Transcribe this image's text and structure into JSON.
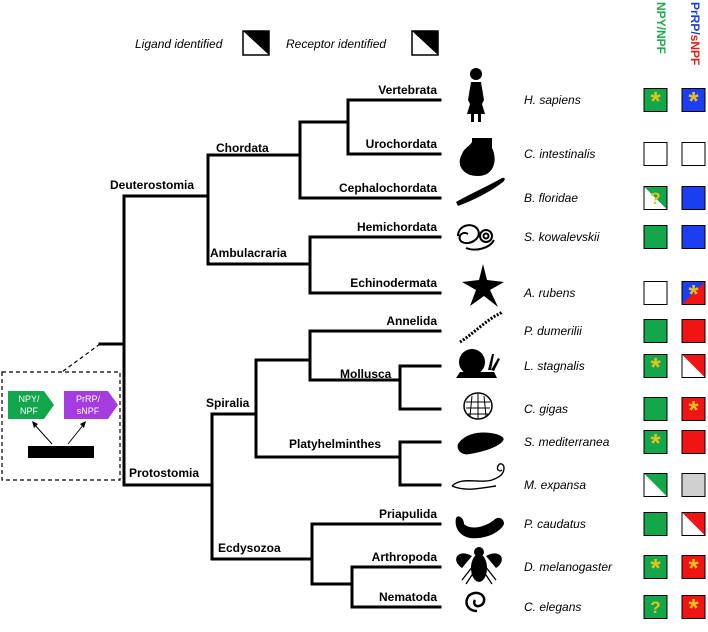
{
  "legend": {
    "ligand_label": "Ligand identified",
    "receptor_label": "Receptor identified"
  },
  "column_headers": {
    "npy": {
      "part1": "NPY/",
      "part2": "NPF",
      "color": "#1faa4f"
    },
    "prrp": {
      "part1": "PrRP/",
      "part2": "sNPF",
      "color1": "#1a3fd6",
      "color2": "#e0201b"
    }
  },
  "inset": {
    "npy_label_1": "NPY/",
    "npy_label_2": "NPF",
    "prrp_label_1": "PrRP/",
    "prrp_label_2": "sNPF",
    "npy_color": "#12a64d",
    "prrp_color": "#a43ce0"
  },
  "internal_clades": {
    "deuterostomia": "Deuterostomia",
    "protostomia": "Protostomia",
    "chordata": "Chordata",
    "ambulacraria": "Ambulacraria",
    "spiralia": "Spiralia",
    "ecdysozoa": "Ecdysozoa",
    "mollusca": "Mollusca",
    "platyhelminthes": "Platyhelminthes"
  },
  "taxa": [
    {
      "clade": "Vertebrata",
      "species": "H. sapiens",
      "npy": "green",
      "npy_mark": "star",
      "prrp": "blue",
      "prrp_mark": "star"
    },
    {
      "clade": "Urochordata",
      "species": "C. intestinalis",
      "npy": "empty",
      "npy_mark": "",
      "prrp": "empty",
      "prrp_mark": ""
    },
    {
      "clade": "Cephalochordata",
      "species": "B. floridae",
      "npy": "half-green",
      "npy_mark": "question",
      "prrp": "blue",
      "prrp_mark": ""
    },
    {
      "clade": "Hemichordata",
      "species": "S. kowalevskii",
      "npy": "green",
      "npy_mark": "",
      "prrp": "blue",
      "prrp_mark": ""
    },
    {
      "clade": "Echinodermata",
      "species": "A. rubens",
      "npy": "empty",
      "npy_mark": "",
      "prrp": "red-blue",
      "prrp_mark": "star"
    },
    {
      "clade": "Annelida",
      "species": "P. dumerilii",
      "npy": "green",
      "npy_mark": "",
      "prrp": "red",
      "prrp_mark": ""
    },
    {
      "clade": "",
      "species": "L. stagnalis",
      "npy": "green",
      "npy_mark": "star",
      "prrp": "half-red",
      "prrp_mark": ""
    },
    {
      "clade": "",
      "species": "C. gigas",
      "npy": "green",
      "npy_mark": "",
      "prrp": "red",
      "prrp_mark": "star"
    },
    {
      "clade": "",
      "species": "S. mediterranea",
      "npy": "green",
      "npy_mark": "star",
      "prrp": "red",
      "prrp_mark": ""
    },
    {
      "clade": "",
      "species": "M. expansa",
      "npy": "half-green",
      "npy_mark": "",
      "prrp": "grey",
      "prrp_mark": ""
    },
    {
      "clade": "Priapulida",
      "species": "P. caudatus",
      "npy": "green",
      "npy_mark": "",
      "prrp": "half-red",
      "prrp_mark": ""
    },
    {
      "clade": "Arthropoda",
      "species": "D. melanogaster",
      "npy": "green",
      "npy_mark": "star",
      "prrp": "red",
      "prrp_mark": "star"
    },
    {
      "clade": "Nematoda",
      "species": "C. elegans",
      "npy": "green",
      "npy_mark": "question",
      "prrp": "red",
      "prrp_mark": "star"
    }
  ],
  "colors": {
    "green": "#13a64a",
    "blue": "#1b3ff0",
    "red": "#f01414",
    "grey": "#d0d0d0",
    "mark": "#e8c21a"
  },
  "marks": {
    "star": "*",
    "question": "?"
  }
}
